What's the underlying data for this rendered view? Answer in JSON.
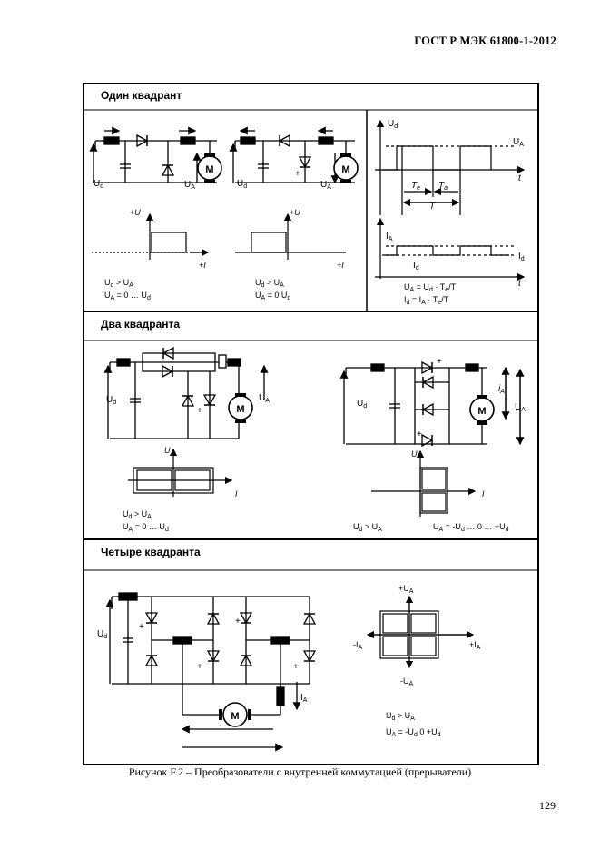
{
  "header": {
    "standard": "ГОСТ Р МЭК 61800-1-2012"
  },
  "sections": {
    "one": {
      "title": "Один квадрант"
    },
    "two": {
      "title": "Два квадранта"
    },
    "four": {
      "title": "Четыре квадранта"
    }
  },
  "labels": {
    "Ud": "U",
    "Ud_sub": "d",
    "UA": "U",
    "UA_sub": "A",
    "M": "M",
    "plusU": "+U",
    "plusI": "+I",
    "U": "U",
    "I": "I",
    "t": "t",
    "T": "T",
    "Te": "T",
    "Te_sub": "e",
    "Ta": "T",
    "Ta_sub": "a",
    "IA": "I",
    "IA_sub": "A",
    "Id": "I",
    "Id_sub": "d",
    "iA": "i",
    "iA_sub": "A",
    "plusUA": "+U",
    "minusUA": "-U",
    "plusIA": "+I",
    "minusIA": "-I"
  },
  "formulas": {
    "q1_left_1": "U",
    "q1_left_2": "U",
    "waveform_UA": "U",
    "waveform_Id": "I",
    "q2_left_1": "U",
    "q2_left_2": "U",
    "q2_right_1": "U",
    "q2_right_2": "U",
    "q4_1": "U",
    "q4_2": "U"
  },
  "caption": "Рисунок F.2 – Преобразователи с внутренней коммутацией (прерыватели)",
  "page_number": "129"
}
